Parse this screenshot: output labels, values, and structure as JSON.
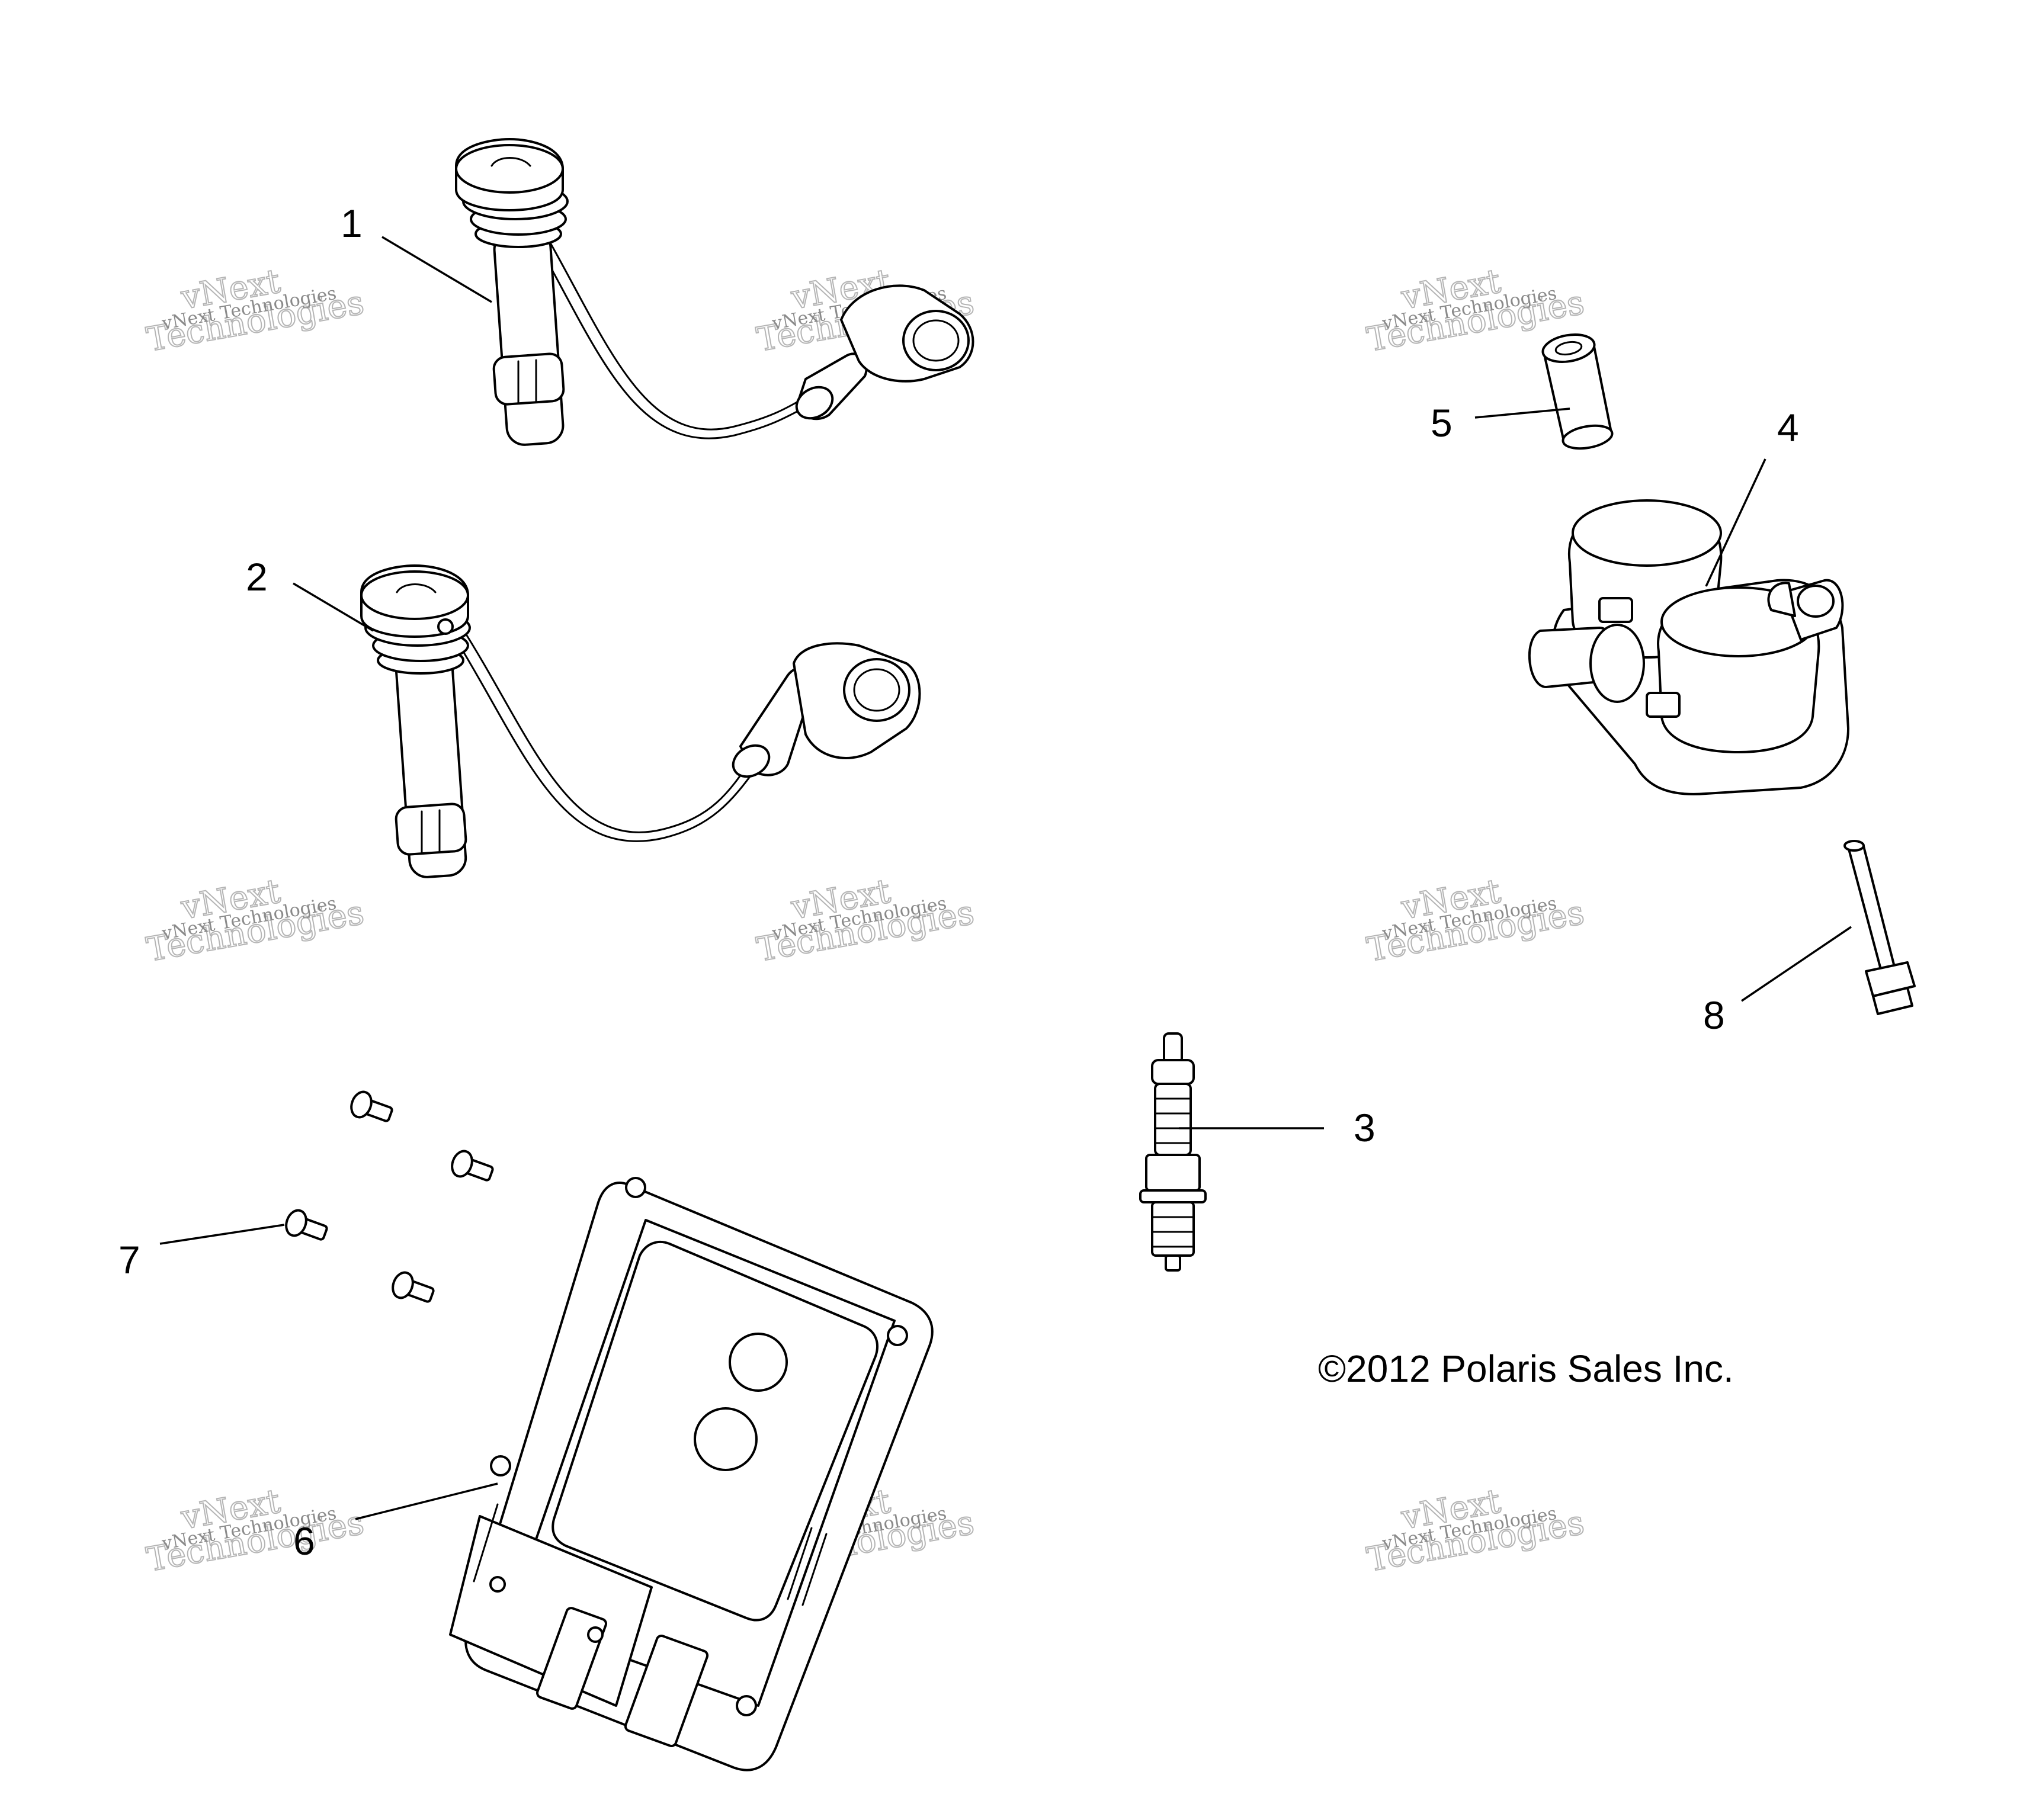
{
  "diagram": {
    "callouts": [
      {
        "id": "1",
        "label": "1"
      },
      {
        "id": "2",
        "label": "2"
      },
      {
        "id": "3",
        "label": "3"
      },
      {
        "id": "4",
        "label": "4"
      },
      {
        "id": "5",
        "label": "5"
      },
      {
        "id": "6",
        "label": "6"
      },
      {
        "id": "7",
        "label": "7"
      },
      {
        "id": "8",
        "label": "8"
      }
    ],
    "copyright": "©2012 Polaris Sales Inc.",
    "watermark": {
      "line1": "vNext Technologies",
      "line2": "vNext",
      "line3": "Technologies"
    }
  }
}
